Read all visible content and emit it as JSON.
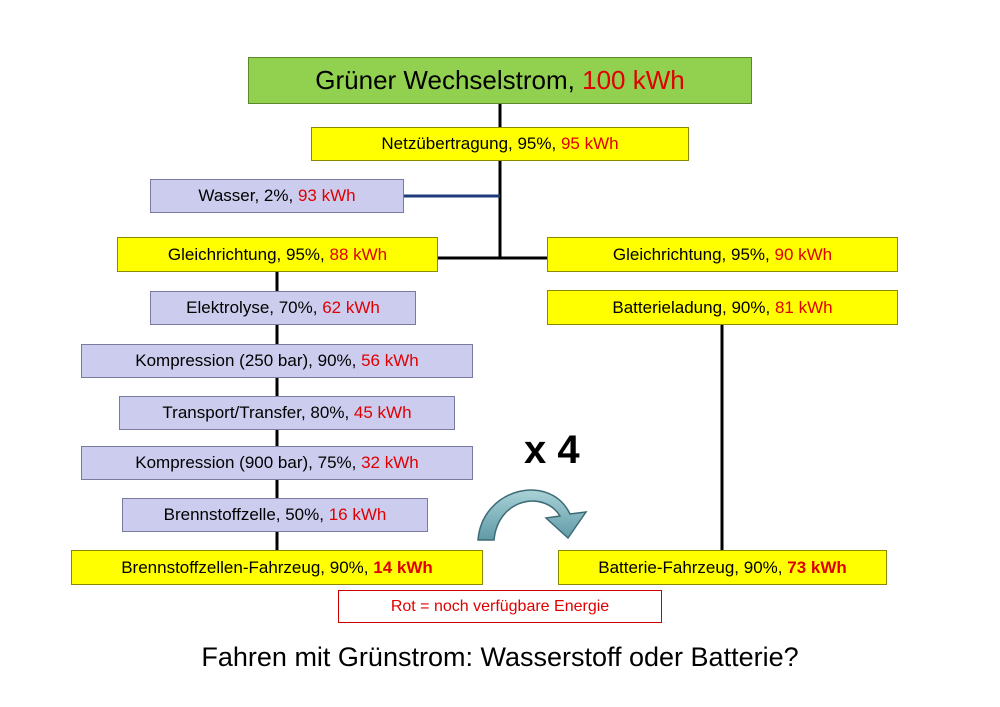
{
  "top": {
    "label": "Grüner Wechselstrom, ",
    "value": "100 kWh"
  },
  "transmission": {
    "label": "Netzübertragung, 95%, ",
    "value": "95 kWh"
  },
  "water": {
    "label": "Wasser, 2%, ",
    "value": "93 kWh"
  },
  "left_chain": [
    {
      "label": "Gleichrichtung, 95%, ",
      "value": "88 kWh"
    },
    {
      "label": "Elektrolyse, 70%, ",
      "value": "62 kWh"
    },
    {
      "label": "Kompression (250 bar), 90%, ",
      "value": "56 kWh"
    },
    {
      "label": "Transport/Transfer, 80%, ",
      "value": "45 kWh"
    },
    {
      "label": "Kompression (900 bar), 75%, ",
      "value": "32 kWh"
    },
    {
      "label": "Brennstoffzelle, 50%, ",
      "value": "16 kWh"
    },
    {
      "label": "Brennstoffzellen-Fahrzeug, 90%, ",
      "value": "14 kWh"
    }
  ],
  "right_chain": [
    {
      "label": "Gleichrichtung, 95%, ",
      "value": "90 kWh"
    },
    {
      "label": "Batterieladung, 90%, ",
      "value": "81 kWh"
    },
    {
      "label": "Batterie-Fahrzeug, 90%, ",
      "value": "73 kWh"
    }
  ],
  "multiplier": "x 4",
  "legend": "Rot = noch verfügbare Energie",
  "footer": "Fahren mit Grünstrom: Wasserstoff oder Batterie?",
  "colors": {
    "value_red": "#e00000",
    "green_box": "#92d050",
    "yellow_box": "#ffff00",
    "lavender_box": "#ccccee",
    "arrow": "#7aaeb8",
    "water_line": "#1f3a7a"
  },
  "icons": {
    "arrow": "curved-arrow-icon"
  }
}
